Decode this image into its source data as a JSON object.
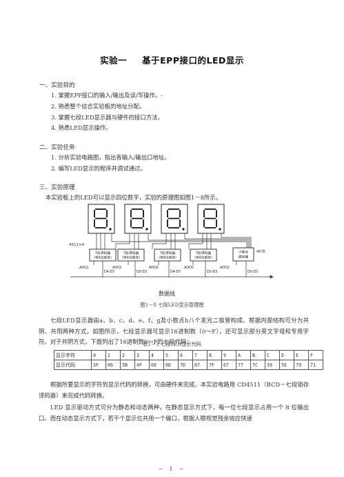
{
  "title": {
    "exp": "实验一",
    "name": "基于EPP接口的LED显示"
  },
  "sections": {
    "s1": "一、实验目的",
    "s1_items": [
      "1.  掌握EPP接口的输入/输出及读/写操作。-",
      "2.  熟悉整个综合实验板的地址分配。",
      "3.  掌握七段LED显示器与硬件的接口方法。",
      "4.  熟悉LED显示操作。"
    ],
    "s2": "二、实验任务",
    "s2_items": [
      "1.  分析实验电路图，指出各输入/输出口地址。",
      "2.  编写LED显示的程序并调试通过。"
    ],
    "s3": "三、实验原理",
    "s3_intro": "本实验板上的LED可以显示四位数字，实验的原理图如图1－8所示。"
  },
  "figure": {
    "chip_4511": "4511×4",
    "latch_lines": [
      "7段译码器",
      "（带4位锁存）"
    ],
    "latch_last": [
      "小数点",
      "锁存器"
    ],
    "chip_4076": "4076",
    "addr": [
      "ADO1",
      "ADO1",
      "ADO0",
      "ADO0",
      "ADO2"
    ],
    "bus": [
      "D4-D7",
      "D0-D3",
      "D4-D7",
      "D0-D3",
      "D0-D3"
    ],
    "bus_label": "数据线",
    "caption": "图1－8    七段LED显示原理图"
  },
  "para1": "七段LED显示器由a、b、c、d、e、f、g及小数点h八个发光二极管构成。根据内部结构可分为共阴、共阳两种方式，如图所示。七段显示器可显示16进制数（0～F），还可显示部分英文字母和专用字符。对于共阴方式，下面列出了16进制数0～F的七段代码：",
  "table": {
    "caption": "表1－3    七段LED显示代码",
    "row1_head": "显示字符",
    "row1": [
      "0",
      "1",
      "2",
      "3",
      "4",
      "5",
      "6",
      "7",
      "8",
      "9",
      "A",
      "B",
      "C",
      "D",
      "E",
      "F"
    ],
    "row2_head": "显示代码",
    "row2": [
      "3F",
      "06",
      "5B",
      "4F",
      "66",
      "6D",
      "7D",
      "07",
      "7F",
      "67",
      "77",
      "7C",
      "39",
      "5E",
      "79",
      "71"
    ]
  },
  "para2": "根据所要显示的字符到显示代码的转换，可由硬件来完成。本实验电路用 CD4511（BCD－七段锁存译码器）来完成代码转换。",
  "para3": "LED 显示驱动方式可分为静态和动态两种，在静态显示方式下，每一位七段显示占用一个 8 位输出口。而在动态显示方式下，若干个显示位共用一个输口，根据人眼视觉残余效应快速",
  "footer": "－ 1 －"
}
